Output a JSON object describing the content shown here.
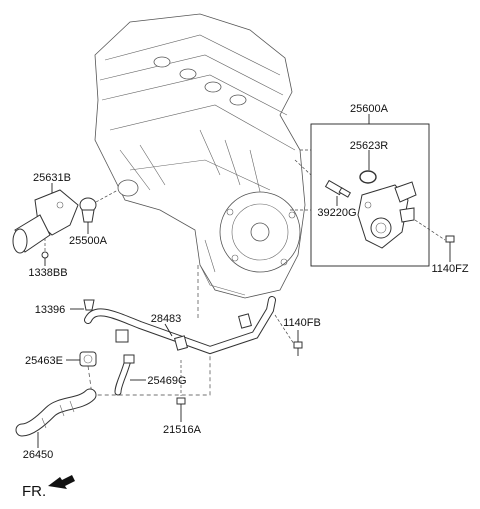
{
  "parts": {
    "p25600A": "25600A",
    "p25623R": "25623R",
    "p39220G": "39220G",
    "p1140FZ": "1140FZ",
    "p25631B": "25631B",
    "p25500A": "25500A",
    "p1338BB": "1338BB",
    "p13396": "13396",
    "p28483": "28483",
    "p1140FB": "1140FB",
    "p25463E": "25463E",
    "p25469G": "25469G",
    "p21516A": "21516A",
    "p26450": "26450"
  },
  "direction_label": "FR.",
  "icons": {
    "direction": "front-arrow-icon"
  }
}
